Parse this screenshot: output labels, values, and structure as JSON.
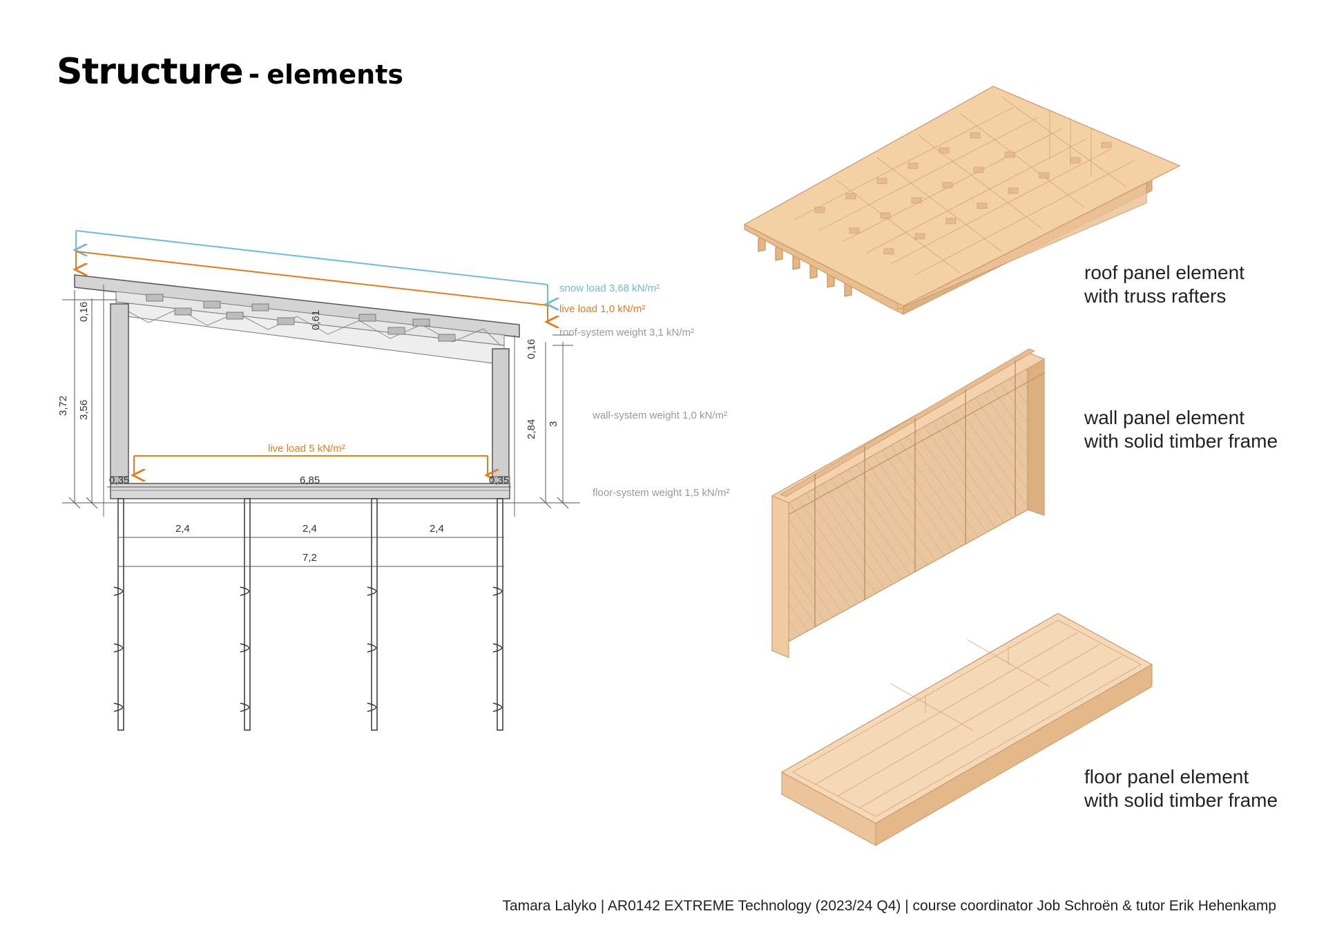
{
  "title": {
    "main": "Structure",
    "dash": "-",
    "sub": "elements"
  },
  "colors": {
    "snow": "#6fbcd4",
    "live": "#e07d1f",
    "grey_text": "#9a9a9a",
    "timber": "#f2c99a",
    "timber_line": "#c9956a"
  },
  "section": {
    "loads": {
      "snow": "snow load 3,68 kN/m²",
      "live_roof": "live load 1,0 kN/m²",
      "roof_system": "roof-system weight 3,1 kN/m²",
      "wall_system": "wall-system weight 1,0 kN/m²",
      "live_floor": "live load 5 kN/m²",
      "floor_system": "floor-system weight 1,5 kN/m²"
    },
    "dims": {
      "h_total": "3,72",
      "h_wall_left": "3,56",
      "roof_edge_left": "0,16",
      "roof_depth": "0,61",
      "roof_edge_right": "0,16",
      "h_wall_right": "2,84",
      "h_right_total": "3",
      "wall_left": "0,35",
      "floor_span": "6,85",
      "wall_right": "0,35",
      "bay_1": "2,4",
      "bay_2": "2,4",
      "bay_3": "2,4",
      "total_width": "7,2"
    }
  },
  "elements": {
    "roof": {
      "line1": "roof panel element",
      "line2": "with truss rafters"
    },
    "wall": {
      "line1": "wall panel element",
      "line2": "with solid timber frame"
    },
    "floor": {
      "line1": "floor panel element",
      "line2": "with solid timber frame"
    }
  },
  "footer": "Tamara Lalyko | AR0142 EXTREME Technology (2023/24 Q4) | course coordinator Job Schroën & tutor Erik Hehenkamp"
}
